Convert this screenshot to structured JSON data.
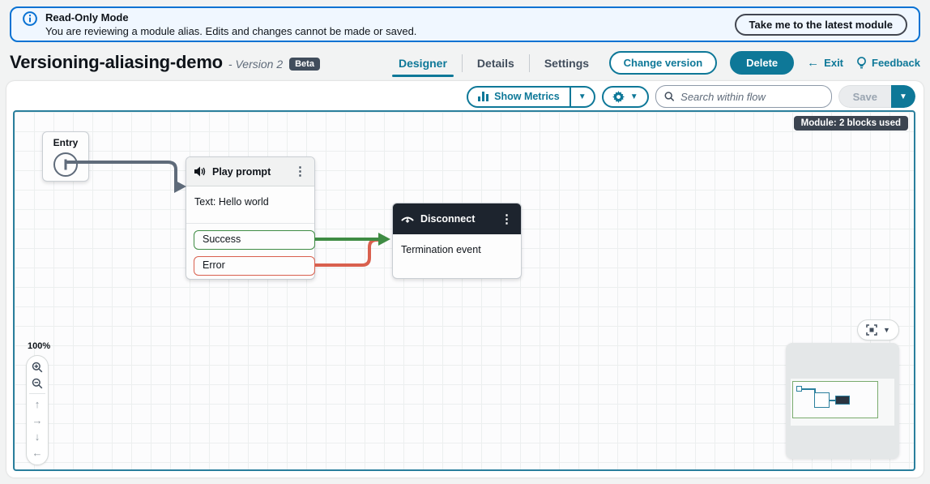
{
  "banner": {
    "title": "Read-Only Mode",
    "message": "You are reviewing a module alias. Edits and changes cannot be made or saved.",
    "action_label": "Take me to the latest module"
  },
  "header": {
    "title": "Versioning-aliasing-demo",
    "version": "- Version 2",
    "badge": "Beta",
    "tabs": [
      {
        "label": "Designer",
        "active": true
      },
      {
        "label": "Details",
        "active": false
      },
      {
        "label": "Settings",
        "active": false
      }
    ],
    "actions": {
      "change_version": "Change version",
      "delete": "Delete",
      "exit": "Exit",
      "feedback": "Feedback"
    }
  },
  "toolbar": {
    "show_metrics_label": "Show Metrics",
    "search_placeholder": "Search within flow",
    "save_label": "Save"
  },
  "canvas": {
    "module_badge": "Module: 2 blocks used",
    "zoom_level": "100%",
    "blocks": {
      "entry": {
        "title": "Entry"
      },
      "play_prompt": {
        "title": "Play prompt",
        "body": "Text: Hello world",
        "ports": [
          {
            "label": "Success",
            "color": "#3f8c44"
          },
          {
            "label": "Error",
            "color": "#d9604e"
          }
        ]
      },
      "disconnect": {
        "title": "Disconnect",
        "body": "Termination event"
      }
    }
  },
  "colors": {
    "accent_teal": "#0e7898",
    "banner_blue": "#0972d3",
    "connector_slate": "#5f6b7a",
    "connector_success": "#3f8c44",
    "connector_error": "#d9604e",
    "dark_header": "#1d242e"
  }
}
